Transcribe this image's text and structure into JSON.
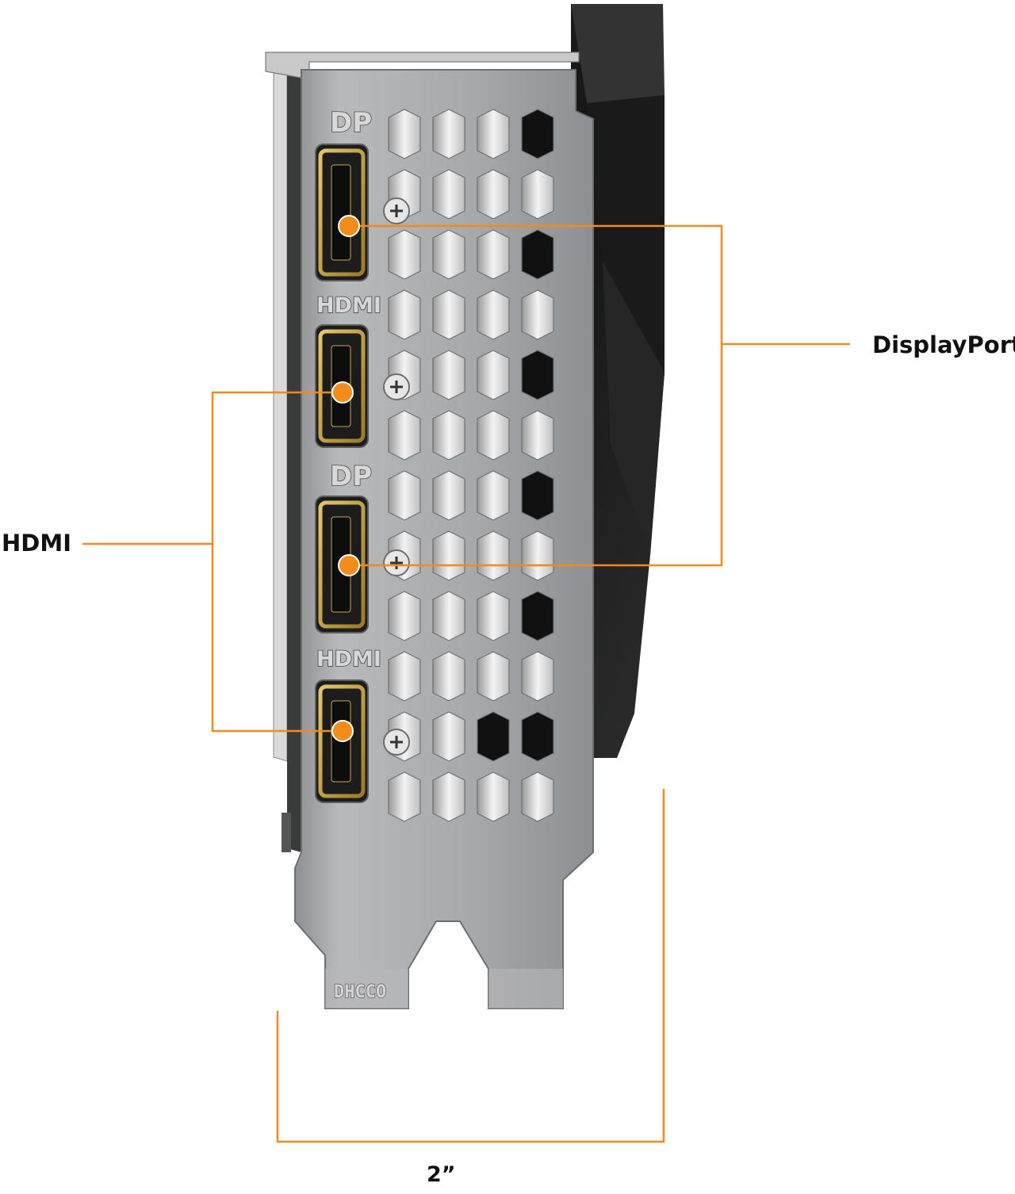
{
  "callouts": {
    "displayport": "DisplayPort",
    "hdmi": "HDMI",
    "width": "2”"
  },
  "bracket_markings": {
    "port_1": "DP",
    "port_2": "HDMI",
    "port_3": "DP",
    "port_4": "HDMI",
    "brand_mark": "DHCCO"
  },
  "colors": {
    "callout_line": "#f08a1c",
    "callout_dot": "#f28c1a",
    "bracket_metal": "#a9aaac",
    "heatsink_shroud": "#1f1f1f",
    "port_gold": "#c7a646"
  }
}
